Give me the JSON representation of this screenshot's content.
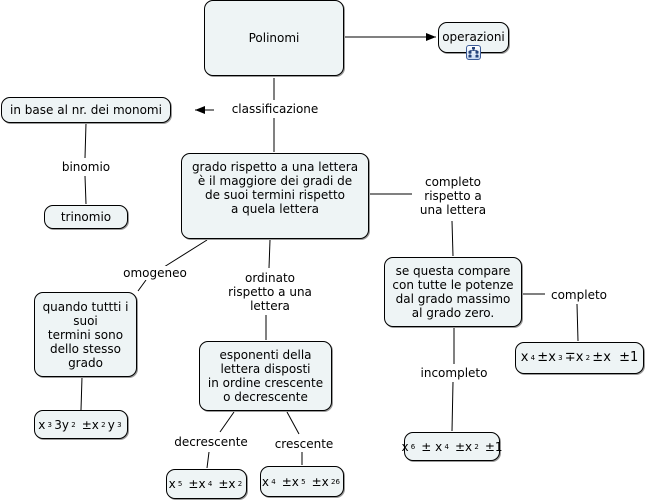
{
  "concept_map": {
    "nodes": {
      "polinomi": "Polinomi",
      "operazioni": "operazioni",
      "in_base_monomi": "in base al nr. dei monomi",
      "trinomio": "trinomio",
      "grado_rispetto": "grado rispetto a una lettera\nè il maggiore dei gradi de\nde suoi termini rispetto\na quela lettera",
      "se_questa": "se questa compare\ncon tutte le potenze\ndal grado massimo\nal grado zero.",
      "quando_tutti": "quando tuttti i\nsuoi\ntermini sono\ndello stesso\ngrado",
      "esponenti": "esponenti della\nlettera disposti\nin ordine crescente\no decrescente"
    },
    "math_nodes": {
      "completo_example": [
        [
          "x",
          "4"
        ],
        [
          "±x",
          "3"
        ],
        [
          "∓x",
          "2"
        ],
        [
          "±x  ±1",
          ""
        ]
      ],
      "incompleto_example": [
        [
          "x",
          "6"
        ],
        [
          " ± x",
          "4"
        ],
        [
          " ±x",
          "2"
        ],
        [
          " ±1",
          ""
        ]
      ],
      "omogeneo_example": [
        [
          "x",
          "3"
        ],
        [
          "3y",
          "2"
        ],
        [
          " ±x",
          "2"
        ],
        [
          "y",
          "3"
        ]
      ],
      "decrescente_example": [
        [
          "x",
          "5"
        ],
        [
          " ±x",
          "4"
        ],
        [
          " ±x",
          "2"
        ]
      ],
      "crescente_example": [
        [
          "x",
          "4"
        ],
        [
          " ±x",
          "5"
        ],
        [
          " ±x",
          "26"
        ]
      ]
    },
    "linking_phrases": {
      "classificazione": "classificazione",
      "binomio": "binomio",
      "completo_rispetto": "completo\nrispetto a\nuna lettera",
      "completo": "completo",
      "incompleto": "incompleto",
      "omogeneo": "omogeneo",
      "ordinato": "ordinato\nrispetto a una\nlettera",
      "decrescente": "decrescente",
      "crescente": "crescente"
    },
    "icons": {
      "operazioni_submap": "submap-hierarchy-icon"
    },
    "colors": {
      "node_fill": "#eef4f5",
      "node_border": "#000000",
      "link": "#000000",
      "icon_border": "#3a5a98"
    }
  }
}
